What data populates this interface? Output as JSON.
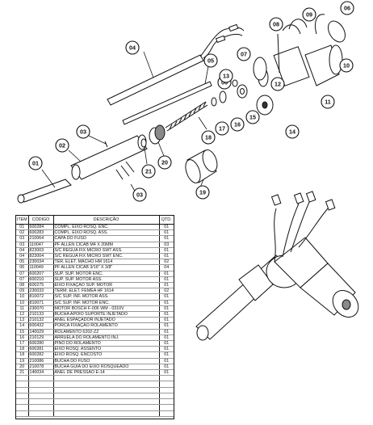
{
  "table": {
    "headers": {
      "item": "ITEM",
      "code": "CÓDIGO",
      "description": "DESCRIÇÃO",
      "qty": "QTD."
    },
    "rows": [
      {
        "item": "01",
        "code": "600284",
        "description": "COMPL. EIXO ROSQ. ENC.",
        "qty": "01"
      },
      {
        "item": "02",
        "code": "600283",
        "description": "COMPL. EIXO ROSQ. ASS.",
        "qty": "01"
      },
      {
        "item": "03",
        "code": "210064",
        "description": "CAPA DO FUSO",
        "qty": "01"
      },
      {
        "item": "03",
        "code": "110047",
        "description": "PF ALLEN CICAB M4 X 20MM",
        "qty": "03"
      },
      {
        "item": "04",
        "code": "823003",
        "description": "S/C REGUA FIX MICRO SWT ASS.",
        "qty": "01"
      },
      {
        "item": "04",
        "code": "823004",
        "description": "S/C REGUA FIX MICRO SWT ENC.",
        "qty": "01"
      },
      {
        "item": "05",
        "code": "230034",
        "description": "TER. ELET. MACHO HM 1614",
        "qty": "02"
      },
      {
        "item": "06",
        "code": "110049",
        "description": "PF ALLEN CICAB 3/16\" X 3/8\"",
        "qty": "04"
      },
      {
        "item": "07",
        "code": "600207",
        "description": "SUP. SUP. MOTOR ENC.",
        "qty": "01"
      },
      {
        "item": "07",
        "code": "600210",
        "description": "SUP. SUP. MOTOR ASS.",
        "qty": "01"
      },
      {
        "item": "08",
        "code": "600275",
        "description": "EIXO FIXAÇÃO SUP. MOTOR",
        "qty": "01"
      },
      {
        "item": "09",
        "code": "230033",
        "description": "TERM. ELET. FÊMEA HF 1614",
        "qty": "02"
      },
      {
        "item": "10",
        "code": "810072",
        "description": "S/C SUP. INF. MOTOR ASS.",
        "qty": "01"
      },
      {
        "item": "10",
        "code": "810071",
        "description": "S/C SUP. INF. MOTOR ENC.",
        "qty": "01"
      },
      {
        "item": "11",
        "code": "230070",
        "description": "MOTOR BOSCH F-006 WM - 0310V",
        "qty": "01"
      },
      {
        "item": "12",
        "code": "210133",
        "description": "BUCHA APOIO SUPORTE INJETADO",
        "qty": "01"
      },
      {
        "item": "13",
        "code": "210132",
        "description": "ANEL ESPAÇADOR INJETADO",
        "qty": "01"
      },
      {
        "item": "14",
        "code": "600432",
        "description": "PORCA FIXAÇÃO ROLAMENTO",
        "qty": "01"
      },
      {
        "item": "15",
        "code": "140029",
        "description": "ROLAMENTO 6202-ZZ",
        "qty": "01"
      },
      {
        "item": "16",
        "code": "210129",
        "description": "ARRUELA DO ROLAMENTO INJ.",
        "qty": "01"
      },
      {
        "item": "17",
        "code": "600280",
        "description": "PINO DO ROLAMENTO",
        "qty": "01"
      },
      {
        "item": "18",
        "code": "600281",
        "description": "EIXO ROSQ. ASSENTO",
        "qty": "01"
      },
      {
        "item": "18",
        "code": "600282",
        "description": "EIXO ROSQ. ENCOSTO",
        "qty": "01"
      },
      {
        "item": "19",
        "code": "210086",
        "description": "BUCHA DO FUSO",
        "qty": "01"
      },
      {
        "item": "20",
        "code": "210078",
        "description": "BUCHA GUIA DO EIXO ROSQUEADO",
        "qty": "01"
      },
      {
        "item": "21",
        "code": "140034",
        "description": "ANEL DE PRESSÃO E-14",
        "qty": "01"
      }
    ],
    "blank_rows": 7
  },
  "callouts": [
    "01",
    "02",
    "03",
    "03",
    "04",
    "05",
    "06",
    "06",
    "07",
    "08",
    "09",
    "10",
    "11",
    "12",
    "13",
    "14",
    "15",
    "16",
    "17",
    "18",
    "19",
    "20",
    "21"
  ]
}
